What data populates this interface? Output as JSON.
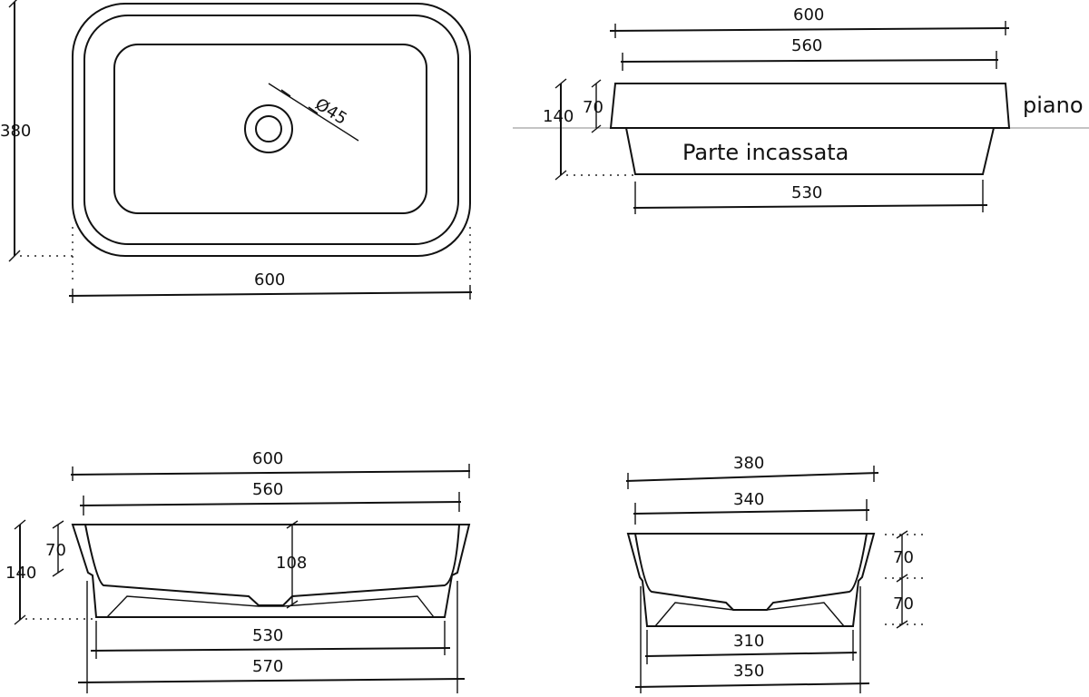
{
  "labels": {
    "top_length": "600",
    "top_width": "380",
    "drain_diameter": "Ø45",
    "side_total_width": "600",
    "side_inner_width": "560",
    "side_total_height": "140",
    "side_rim_height": "70",
    "countertop": "piano",
    "recessed_part": "Parte incassata",
    "side_base_width": "530",
    "front_total_width": "600",
    "front_inner_width": "560",
    "front_total_height": "140",
    "front_rim_height": "70",
    "front_depth": "108",
    "front_base_width": "530",
    "front_outer_base_width": "570",
    "end_total_width": "380",
    "end_inner_width": "340",
    "end_upper_height": "70",
    "end_lower_height": "70",
    "end_base_width": "310",
    "end_outer_base_width": "350"
  }
}
